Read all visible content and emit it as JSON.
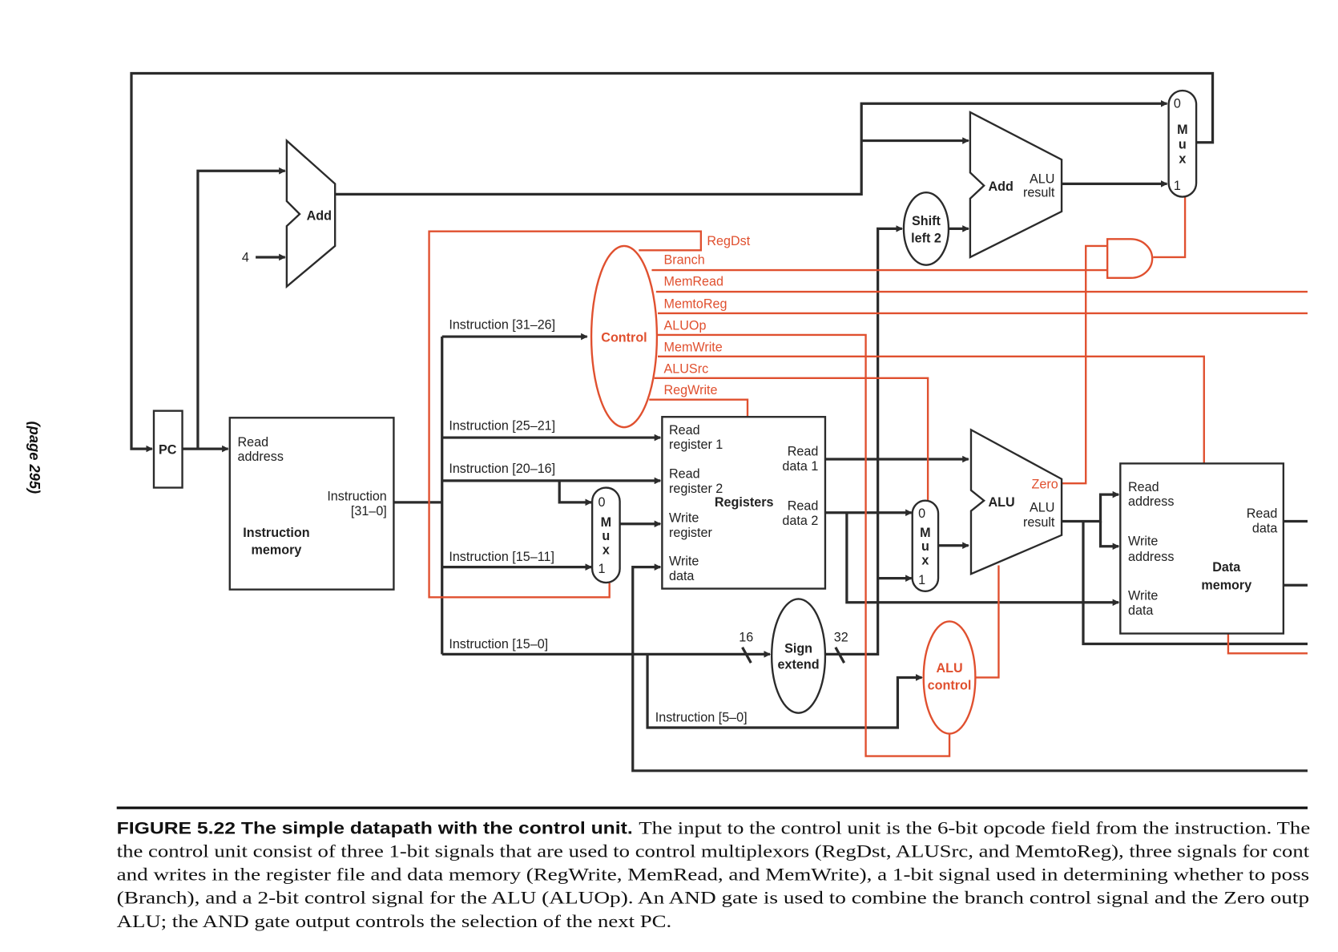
{
  "page_label": "(page 295)",
  "colors": {
    "datapath": "#2b2b2b",
    "control": "#e0502f"
  },
  "pc": {
    "label": "PC"
  },
  "add_pc": {
    "label": "Add",
    "const": "4"
  },
  "add_branch": {
    "label": "Add",
    "result1": "ALU",
    "result2": "result"
  },
  "shift": {
    "line1": "Shift",
    "line2": "left 2"
  },
  "mux_labels": {
    "zero": "0",
    "one": "1",
    "m": "M",
    "u": "u",
    "x": "x"
  },
  "control": {
    "label": "Control",
    "signals": [
      "RegDst",
      "Branch",
      "MemRead",
      "MemtoReg",
      "ALUOp",
      "MemWrite",
      "ALUSrc",
      "RegWrite"
    ]
  },
  "instr_mem": {
    "read1": "Read",
    "read2": "address",
    "out1": "Instruction",
    "out2": "[31–0]",
    "name1": "Instruction",
    "name2": "memory"
  },
  "fields": {
    "op": "Instruction [31–26]",
    "rs": "Instruction [25–21]",
    "rt": "Instruction [20–16]",
    "rd": "Instruction [15–11]",
    "imm": "Instruction [15–0]",
    "funct": "Instruction [5–0]"
  },
  "registers": {
    "rr1a": "Read",
    "rr1b": "register 1",
    "rr2a": "Read",
    "rr2b": "register 2",
    "wra": "Write",
    "wrb": "register",
    "wda": "Write",
    "wdb": "data",
    "name": "Registers",
    "rd1a": "Read",
    "rd1b": "data 1",
    "rd2a": "Read",
    "rd2b": "data 2"
  },
  "sign_extend": {
    "line1": "Sign",
    "line2": "extend",
    "in_bits": "16",
    "out_bits": "32"
  },
  "alu": {
    "label": "ALU",
    "zero": "Zero",
    "result1": "ALU",
    "result2": "result"
  },
  "alu_control": {
    "line1": "ALU",
    "line2": "control"
  },
  "data_mem": {
    "ra1": "Read",
    "ra2": "address",
    "wa1": "Write",
    "wa2": "address",
    "wd1": "Write",
    "wd2": "data",
    "rd1": "Read",
    "rd2": "data",
    "name1": "Data",
    "name2": "memory"
  },
  "caption": {
    "title": "FIGURE 5.22 The simple datapath with the control unit.",
    "line1_rest": "The input to the control unit is the 6-bit opcode field from the instruction. The",
    "line2": "the control unit consist of three 1-bit signals that are used to control multiplexors (RegDst, ALUSrc, and MemtoReg), three signals for cont",
    "line3": "and writes in the register file and data memory (RegWrite, MemRead, and MemWrite), a 1-bit signal used in determining whether to poss",
    "line4": "(Branch), and a 2-bit control signal for the ALU (ALUOp). An AND gate is used to combine the branch control signal and the Zero outp",
    "line5": "ALU; the AND gate output controls the selection of the next PC."
  }
}
